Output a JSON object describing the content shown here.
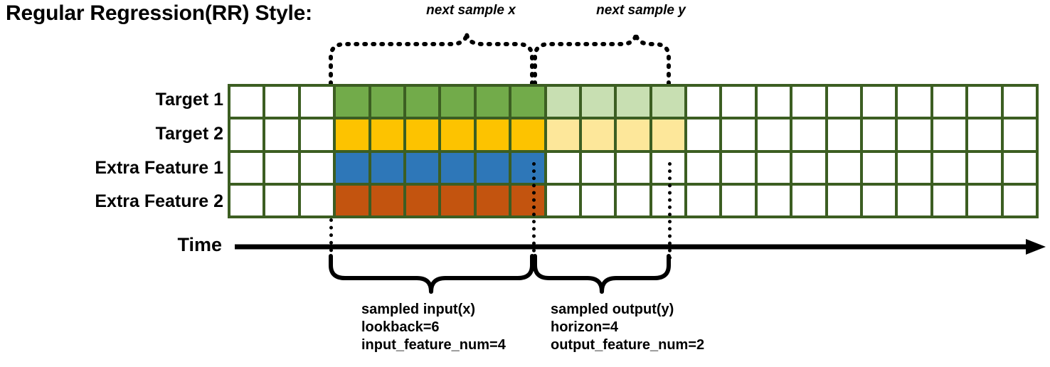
{
  "title": "Regular Regression(RR) Style:",
  "top_brackets": [
    {
      "label": "next sample x"
    },
    {
      "label": "next sample y"
    }
  ],
  "rows": [
    {
      "label": "Target 1",
      "fill": "green",
      "light_fill": "greenlight"
    },
    {
      "label": "Target 2",
      "fill": "gold",
      "light_fill": "goldlight"
    },
    {
      "label": "Extra Feature 1",
      "fill": "blue",
      "light_fill": "none"
    },
    {
      "label": "Extra Feature 2",
      "fill": "orange",
      "light_fill": "none"
    }
  ],
  "grid": {
    "columns": 23,
    "lead_blank_columns": 3,
    "input_columns": 6,
    "output_columns": 4,
    "trail_blank_columns": 10,
    "border_color": "#3c5e22",
    "empty_color": "#ffffff"
  },
  "colors": {
    "green": "#72ab4a",
    "green_light": "#c8dfb2",
    "gold": "#fdc300",
    "gold_light": "#fde79a",
    "blue": "#2e77b8",
    "orange": "#c3540f",
    "grid_border": "#3c5e22",
    "ink": "#000000"
  },
  "time_axis": {
    "label": "Time"
  },
  "bottom_brackets": [
    {
      "name": "sampled-input",
      "lines": [
        "sampled input(x)",
        "lookback=6",
        "input_feature_num=4"
      ]
    },
    {
      "name": "sampled-output",
      "lines": [
        "sampled output(y)",
        "horizon=4",
        "output_feature_num=2"
      ]
    }
  ],
  "chart_data": {
    "type": "table",
    "title": "Regular Regression(RR) Style:",
    "categories": [
      "Target 1",
      "Target 2",
      "Extra Feature 1",
      "Extra Feature 2"
    ],
    "timesteps": 23,
    "input_window": {
      "start_index": 3,
      "length": 6,
      "rows": 4
    },
    "output_window": {
      "start_index": 9,
      "length": 4,
      "rows": 2
    },
    "annotations": [
      "next sample x",
      "next sample y",
      "sampled input(x)",
      "lookback=6",
      "input_feature_num=4",
      "sampled output(y)",
      "horizon=4",
      "output_feature_num=2"
    ]
  }
}
